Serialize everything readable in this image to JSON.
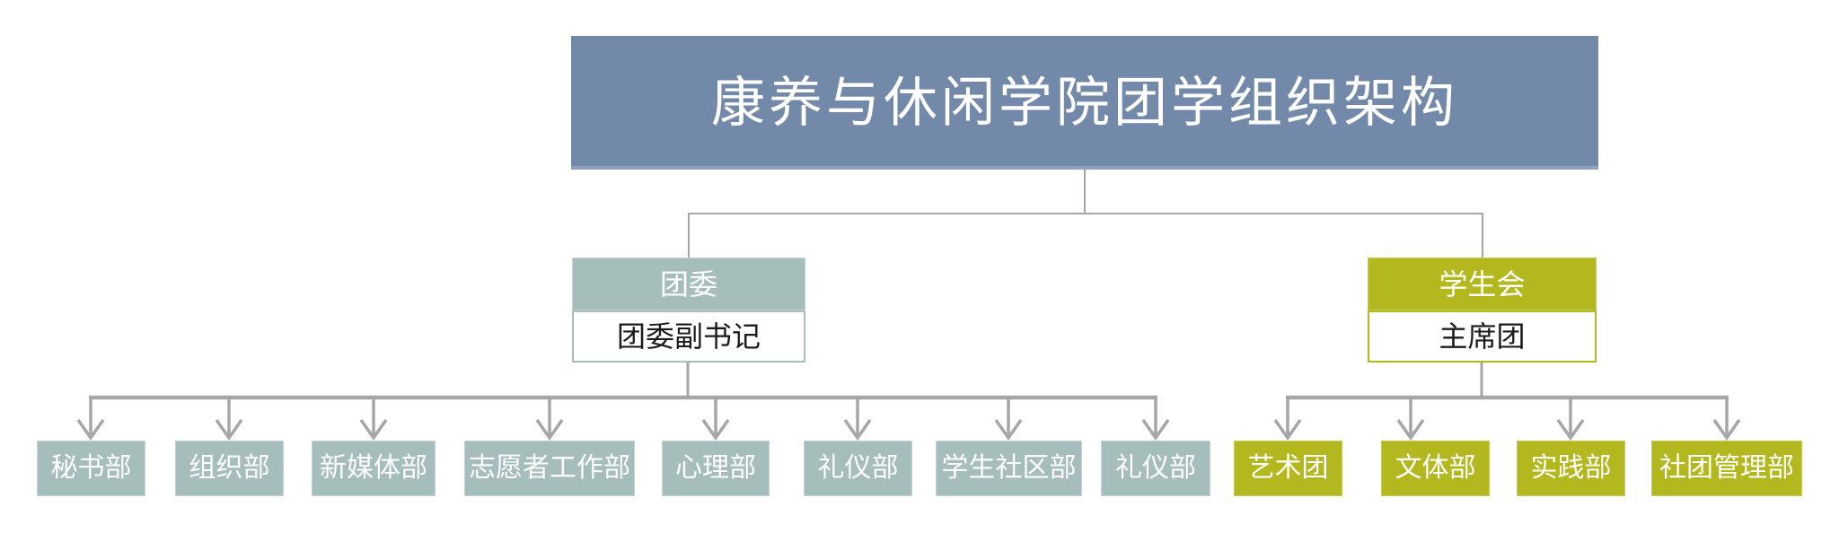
{
  "title": "康养与休闲学院团学组织架构",
  "branches": [
    {
      "name": "团委",
      "leader": "团委副书记",
      "departments": [
        "秘书部",
        "组织部",
        "新媒体部",
        "志愿者工作部",
        "心理部",
        "礼仪部",
        "学生社区部",
        "礼仪部"
      ]
    },
    {
      "name": "学生会",
      "leader": "主席团",
      "departments": [
        "艺术团",
        "文体部",
        "实践部",
        "社团管理部"
      ]
    }
  ],
  "colors": {
    "title_bg": "#7389A9",
    "committee_fill": "#A5BEBB",
    "union_fill": "#B3B81E",
    "connector": "#A6A6A6",
    "text_light": "#FFFFFF",
    "text_dark": "#1B1B1B",
    "background": "#FFFFFF"
  }
}
